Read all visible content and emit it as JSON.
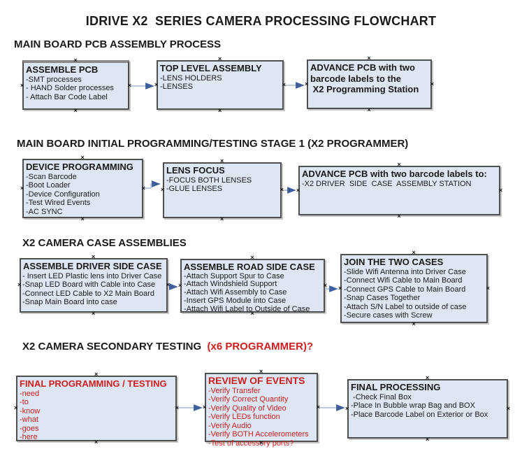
{
  "title": "IDRIVE X2  SERIES CAMERA PROCESSING FLOWCHART",
  "colors": {
    "box_fill": "#dde6f2",
    "box_border": "#4f4f4f",
    "red_text": "#cc1f1f",
    "arrow_line": "#a9bad2",
    "arrow_head": "#3f5f9c"
  },
  "sections": [
    {
      "heading": "MAIN BOARD PCB ASSEMBLY PROCESS",
      "heading_suffix": ""
    },
    {
      "heading": "MAIN BOARD INITIAL PROGRAMMING/TESTING STAGE 1 (X2 PROGRAMMER)",
      "heading_suffix": ""
    },
    {
      "heading": "X2 CAMERA CASE ASSEMBLIES",
      "heading_suffix": ""
    },
    {
      "heading": "X2 CAMERA SECONDARY TESTING  ",
      "heading_suffix": "(x6 PROGRAMMER)?"
    }
  ],
  "boxes": [
    {
      "title": "ASSEMBLE PCB",
      "items": [
        "-SMT processes",
        "- HAND Solder processes",
        "- Attach Bar Code Label"
      ]
    },
    {
      "title": "TOP LEVEL ASSEMBLY",
      "items": [
        "-LENS HOLDERS",
        "-LENSES"
      ]
    },
    {
      "title": "ADVANCE PCB with two\nbarcode labels to the\n X2 Programming Station",
      "items": []
    },
    {
      "title": "DEVICE PROGRAMMING",
      "items": [
        "-Scan Barcode",
        "-Boot Loader",
        "-Device Configuration",
        "-Test Wired Events",
        "-AC SYNC"
      ]
    },
    {
      "title": "LENS FOCUS",
      "items": [
        "-FOCUS BOTH LENSES",
        "-GLUE LENSES"
      ]
    },
    {
      "title": "ADVANCE PCB with two barcode labels to:",
      "items": [
        "-X2 DRIVER  SIDE  CASE  ASSEMBLY STATION"
      ]
    },
    {
      "title": "ASSEMBLE DRIVER SIDE CASE",
      "items": [
        "- Insert LED Plastic lens into Driver Case",
        "-Snap LED Board with Cable into Case",
        "-Connect LED Cable to X2 Main Board",
        "-Snap Main Board into case"
      ]
    },
    {
      "title": "ASSEMBLE ROAD SIDE CASE",
      "items": [
        "-Attach Support Spur to Case",
        "-Attach Windshield Support",
        "-Attach Wifi Assembly to Case",
        "-Insert GPS Module into Case",
        "-Attach Wifi Label to Outside of Case"
      ]
    },
    {
      "title": "JOIN THE TWO CASES",
      "items": [
        "-Slide Wifi Antenna into Driver Case",
        "-Connect Wifi Cable to Main Board",
        "-Connect GPS Cable to Main Board",
        "-Snap Cases Together",
        "-Attach S/N Label to outside of case",
        "-Secure cases with Screw"
      ]
    },
    {
      "title": "FINAL PROGRAMMING / TESTING",
      "items": [
        "-need",
        "-to",
        "-know",
        "-what",
        "-goes",
        "-here"
      ]
    },
    {
      "title": "REVIEW OF EVENTS",
      "items": [
        "-Verify Transfer",
        "-Verify Correct Quantity",
        "-Verify Quality of Video",
        "-Verify LEDs function",
        "-Verify Audio",
        "-Verify BOTH Accelerometers",
        "-Test of accessory ports?"
      ]
    },
    {
      "title": "FINAL PROCESSING",
      "items": [
        " -Check Final Box",
        "-Place In Bubble wrap Bag and BOX",
        "-Place Barcode Label on Exterior or Box"
      ]
    }
  ]
}
